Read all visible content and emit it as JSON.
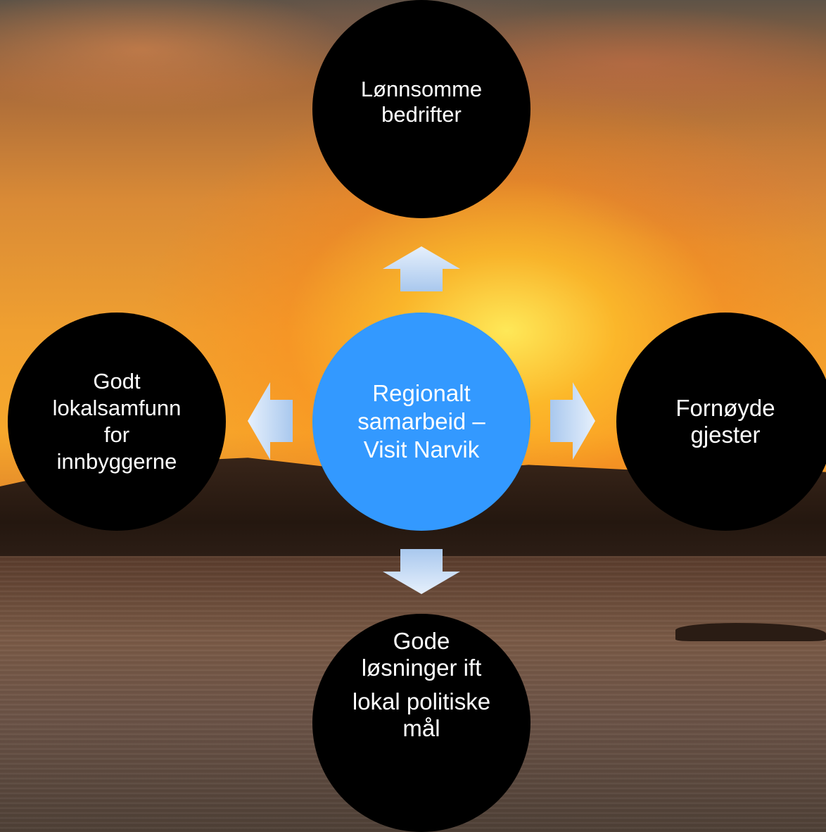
{
  "diagram": {
    "center": {
      "label": "Regionalt samarbeid – Visit Narvik",
      "fill": "#3399ff"
    },
    "top": {
      "label": "Lønnsomme bedrifter"
    },
    "right": {
      "label": "Fornøyde gjester"
    },
    "bottom": {
      "label_line1": "Gode løsninger ift",
      "label_line2": "lokal politiske mål"
    },
    "left": {
      "label": "Godt lokalsamfunn for innbyggerne"
    },
    "node_fill": "#000000",
    "text_color": "#ffffff",
    "arrow_color": "#c9ddf5"
  }
}
